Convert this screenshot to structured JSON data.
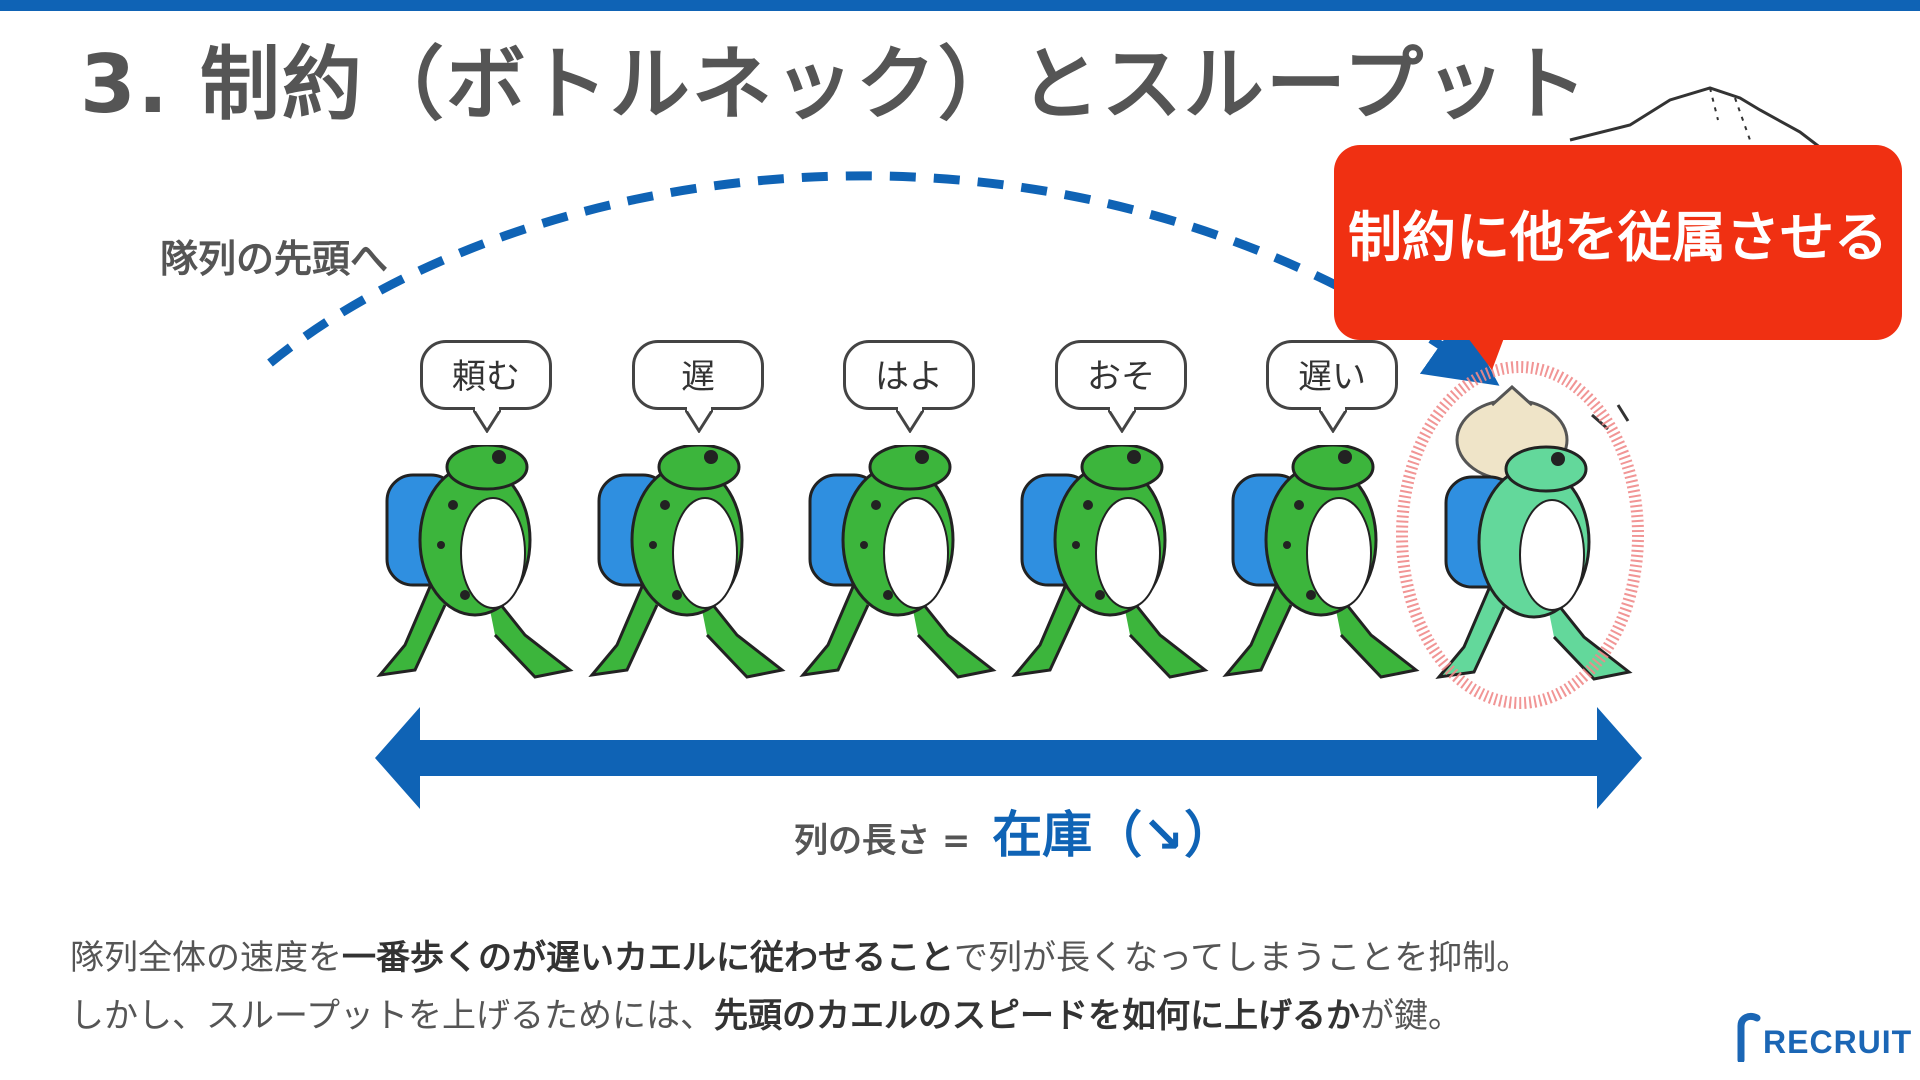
{
  "slide": {
    "title": "3. 制約（ボトルネック）とスループット",
    "lead_label": "隊列の先頭へ",
    "callout": "制約に他を従属させる",
    "length_label": "列の長さ = ",
    "inventory": "在庫（↘）"
  },
  "bubbles": [
    "頼む",
    "遅",
    "はよ",
    "おそ",
    "遅い"
  ],
  "caption": {
    "line1": [
      "隊列全体の速度を",
      "一番歩くのが遅いカエルに従わせること",
      "で列が長くなってしまうことを抑制。"
    ],
    "line2": [
      "しかし、スループットを上げるためには、",
      "先頭のカエルのスピードを如何に上げるか",
      "が鍵。"
    ]
  },
  "logo": "RECRUIT",
  "colors": {
    "accent_blue": "#0f63b5",
    "callout_red": "#f03012",
    "frog_green": "#3cb53c",
    "slow_frog_green": "#63d89b",
    "ring_pink": "#f08a8a",
    "backpack_blue": "#2f8fe0"
  }
}
